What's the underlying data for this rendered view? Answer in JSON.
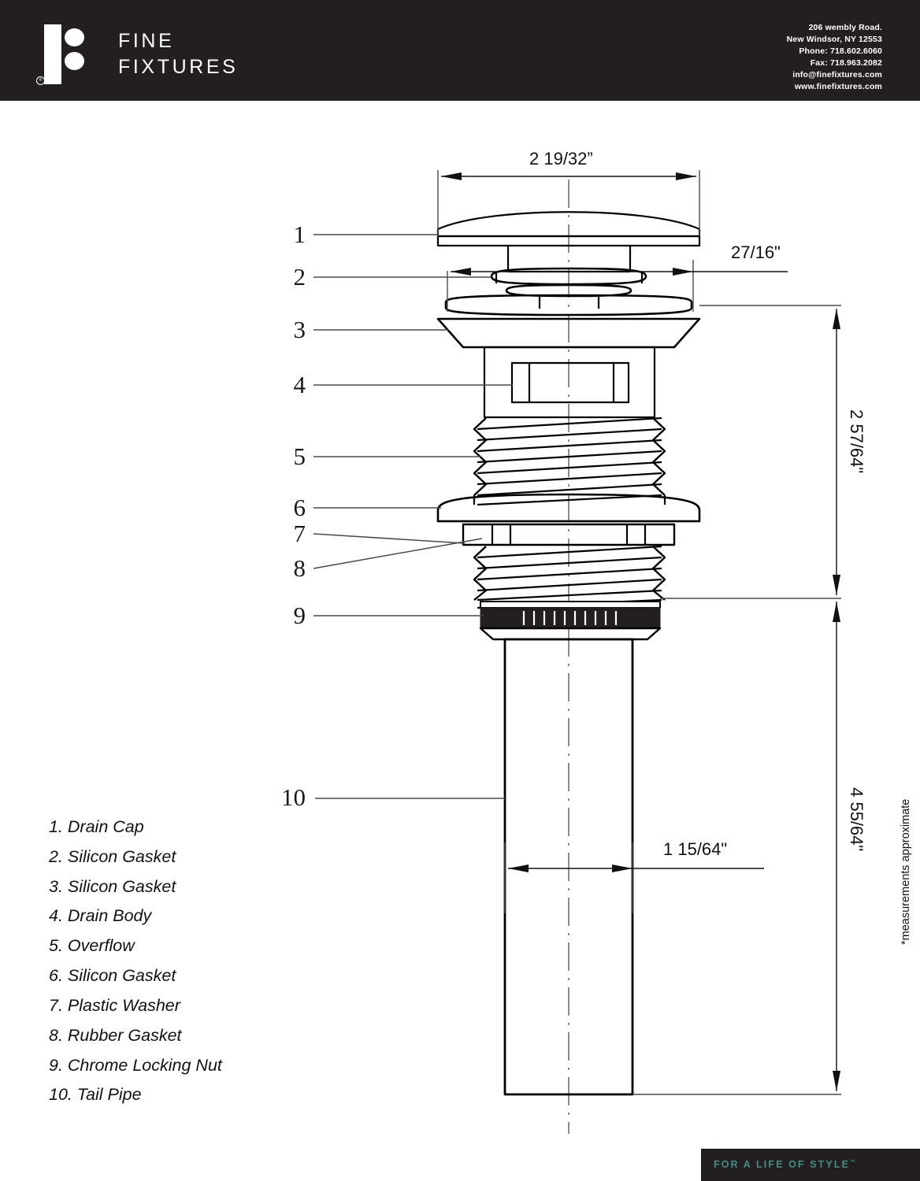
{
  "header": {
    "brand_line1": "FINE",
    "brand_line2": "FIXTURES",
    "registered_mark": "®",
    "contact": {
      "address": "206 wembly Road.",
      "city_state_zip": "New Windsor, NY 12553",
      "phone": "Phone: 718.602.6060",
      "fax": "Fax: 718.963.2082",
      "email": "info@finefixtures.com",
      "website": "www.finefixtures.com"
    },
    "background_color": "#231f20"
  },
  "footer": {
    "tagline": "FOR A LIFE OF STYLE",
    "trademark": "™",
    "text_color": "#3f8d84",
    "background_color": "#231f20"
  },
  "parts_list": [
    "1. Drain Cap",
    "2. Silicon Gasket",
    "3. Silicon Gasket",
    "4. Drain Body",
    "5. Overflow",
    "6. Silicon Gasket",
    "7. Plastic Washer",
    "8. Rubber Gasket",
    "9. Chrome Locking Nut",
    "10. Tail Pipe"
  ],
  "callouts": [
    {
      "number": "1",
      "part": "Drain Cap"
    },
    {
      "number": "2",
      "part": "Silicon Gasket"
    },
    {
      "number": "3",
      "part": "Silicon Gasket"
    },
    {
      "number": "4",
      "part": "Drain Body"
    },
    {
      "number": "5",
      "part": "Overflow"
    },
    {
      "number": "6",
      "part": "Silicon Gasket"
    },
    {
      "number": "7",
      "part": "Plastic Washer"
    },
    {
      "number": "8",
      "part": "Rubber Gasket"
    },
    {
      "number": "9",
      "part": "Chrome Locking Nut"
    },
    {
      "number": "10",
      "part": "Tail Pipe"
    }
  ],
  "dimensions": {
    "cap_width": "2 19/32”",
    "gasket_width": "27/16\"",
    "upper_height": "2 57/64\"",
    "lower_height": "4 55/64\"",
    "pipe_width": "1 15/64\""
  },
  "notes": {
    "approximate": "*measurements approximate"
  },
  "drawing": {
    "title": "Pop-up sink drain exploded assembly drawing",
    "line_color": "#000000",
    "centerline_color": "#8c8c8c",
    "nut_color": "#231f20"
  }
}
